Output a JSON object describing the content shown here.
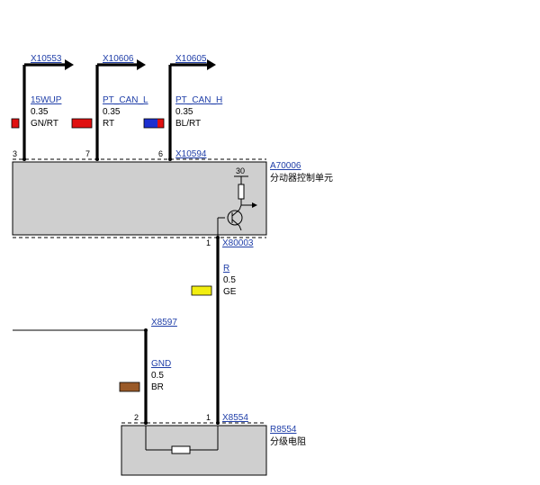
{
  "connectors": {
    "x10553": "X10553",
    "x10606": "X10606",
    "x10605": "X10605",
    "x10594": "X10594",
    "x80003": "X80003",
    "x8597": "X8597",
    "x8554": "X8554"
  },
  "wires": {
    "w1": {
      "name": "15WUP",
      "size": "0.35",
      "color": "GN/RT",
      "swatch": [
        "#e01010"
      ]
    },
    "w2": {
      "name": "PT_CAN_L",
      "size": "0.35",
      "color": "RT",
      "swatch": [
        "#e01010"
      ]
    },
    "w3": {
      "name": "PT_CAN_H",
      "size": "0.35",
      "color": "BL/RT",
      "swatch": [
        "#1c2fd0",
        "#e01010"
      ]
    },
    "w4": {
      "name": "R",
      "size": "0.5",
      "color": "GE",
      "swatch": [
        "#f2ee10"
      ]
    },
    "w5": {
      "name": "GND",
      "size": "0.5",
      "color": "BR",
      "swatch": [
        "#9a5a28"
      ]
    }
  },
  "pins": {
    "p3": "3",
    "p7": "7",
    "p6": "6",
    "p1_module": "1",
    "p2_resistor": "2",
    "p1_resistor": "1",
    "supply_30": "30"
  },
  "components": {
    "module": {
      "id": "A70006",
      "desc": "分动器控制单元"
    },
    "resistor": {
      "id": "R8554",
      "desc": "分级电阻"
    }
  }
}
